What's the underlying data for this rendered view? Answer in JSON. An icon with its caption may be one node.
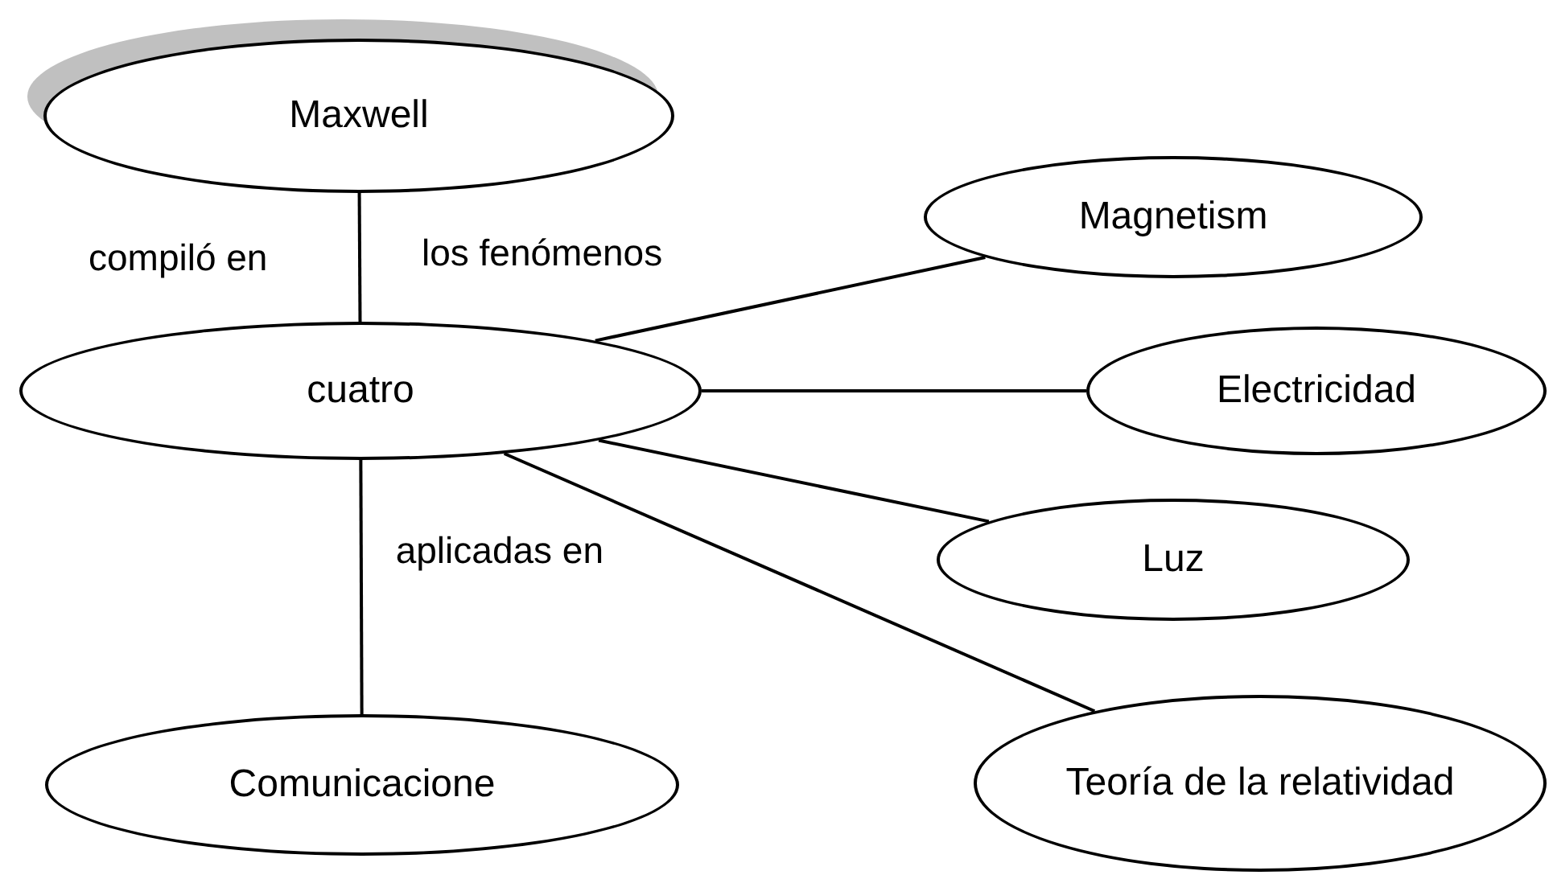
{
  "diagram": {
    "nodes": [
      {
        "text": [
          "Maxwell"
        ]
      },
      {
        "text": [
          "cuatro"
        ]
      },
      {
        "text": [
          "Magnetism"
        ]
      },
      {
        "text": [
          "Electricidad"
        ]
      },
      {
        "text": [
          "Luz"
        ]
      },
      {
        "text": [
          "Comunicacione"
        ]
      },
      {
        "text": [
          "Teoría de la relatividad"
        ]
      }
    ],
    "edges": [
      {
        "from": 0,
        "to": 1,
        "arrow": "none",
        "label": "compiló en"
      },
      {
        "from": 1,
        "to": 2,
        "arrow": "none"
      },
      {
        "from": 1,
        "to": 3,
        "arrow": "none"
      },
      {
        "from": 1,
        "to": 4,
        "arrow": "none"
      },
      {
        "from": 1,
        "to": 6,
        "arrow": "none"
      },
      {
        "from": 1,
        "to": 5,
        "arrow": "none",
        "label": "aplicadas en"
      }
    ],
    "labels": [
      "los fenómenos"
    ]
  }
}
